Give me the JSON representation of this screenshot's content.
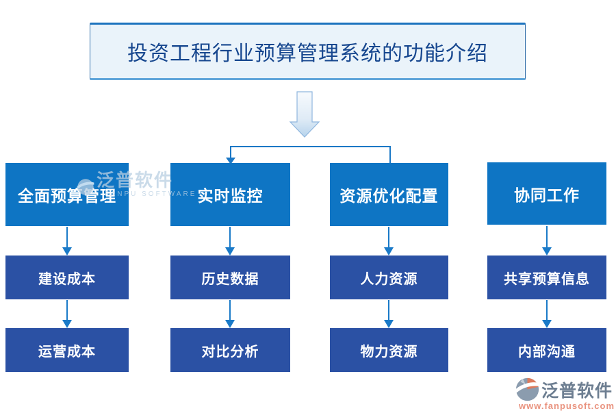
{
  "title_box": {
    "text": "投资工程行业预算管理系统的功能介绍"
  },
  "columns": [
    {
      "header": "全面预算管理",
      "children": [
        "建设成本",
        "运营成本"
      ]
    },
    {
      "header": "实时监控",
      "children": [
        "历史数据",
        "对比分析"
      ]
    },
    {
      "header": "资源优化配置",
      "children": [
        "人力资源",
        "物力资源"
      ]
    },
    {
      "header": "协同工作",
      "children": [
        "共享预算信息",
        "内部沟通"
      ]
    }
  ],
  "watermark": {
    "brand": "泛普软件",
    "subtext": "FANPU SOFTWARE"
  },
  "footer_logo": {
    "brand": "泛普软件",
    "url": "www.fanpusoft.com"
  },
  "colors": {
    "header_box": "#0e75c4",
    "sub_box": "#2b51a4",
    "arrow": "#1a7ac8",
    "title_text": "#17478f",
    "title_box_bg": "#eaf3fa",
    "logo_orange": "#dd7a5c",
    "logo_gray_blue": "#8b9cae",
    "url_text": "#e9927e",
    "watermark_blue": "#b9cfe2"
  }
}
